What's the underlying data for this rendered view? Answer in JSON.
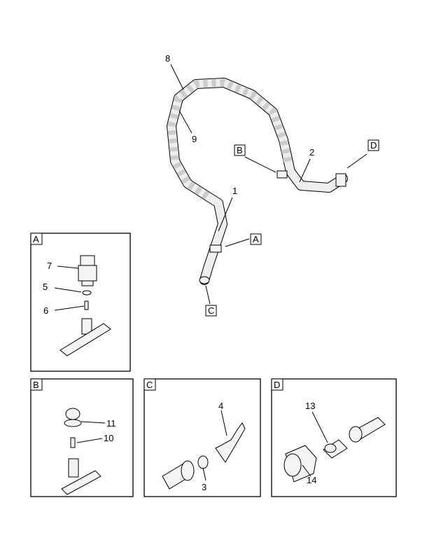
{
  "main_view": {
    "item_labels": {
      "i8": "8",
      "i9": "9",
      "i1": "1",
      "i2": "2"
    },
    "view_callouts": {
      "b": "B",
      "d": "D",
      "a": "A",
      "c": "C"
    }
  },
  "panels": {
    "a": {
      "title": "A",
      "labels": {
        "i7": "7",
        "i5": "5",
        "i6": "6"
      }
    },
    "b": {
      "title": "B",
      "labels": {
        "i11": "11",
        "i10": "10"
      }
    },
    "c": {
      "title": "C",
      "labels": {
        "i4": "4",
        "i3": "3"
      }
    },
    "d": {
      "title": "D",
      "labels": {
        "i13": "13",
        "i14": "14"
      }
    }
  }
}
